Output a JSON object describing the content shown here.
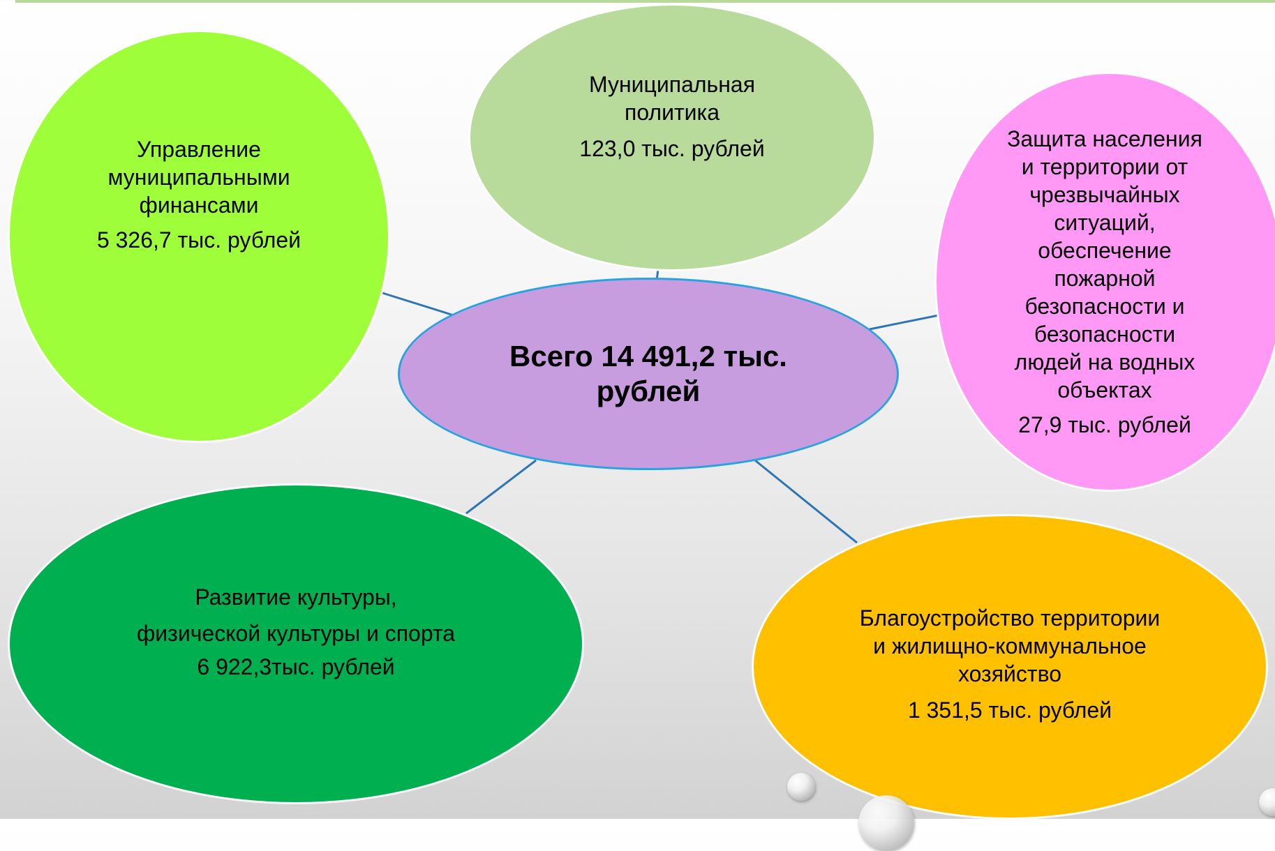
{
  "colors": {
    "center": "#c89de0",
    "center_border": "#29a3e0",
    "finance": "#9efe3a",
    "policy": "#b8da9b",
    "protection": "#ff99f5",
    "culture": "#00b050",
    "housing": "#ffc000",
    "connector": "#2e75b6"
  },
  "center": {
    "label": "Всего 14 491,2 тыс. рублей"
  },
  "nodes": {
    "finance": {
      "label": "Управление\nмуниципальными\nфинансами",
      "value": "5 326,7 тыс. рублей"
    },
    "policy": {
      "label": "Муниципальная\nполитика",
      "value": "123,0 тыс. рублей"
    },
    "protection": {
      "label": "Защита населения\nи территории от\nчрезвычайных\nситуаций,\nобеспечение\nпожарной\nбезопасности и\nбезопасности\nлюдей на водных\nобъектах",
      "value": "27,9 тыс. рублей"
    },
    "culture": {
      "label": "Развитие культуры,\nфизической культуры и спорта",
      "value": "6 922,3тыс. рублей"
    },
    "housing": {
      "label": "Благоустройство территории\nи жилищно-коммунальное\nхозяйство",
      "value": "1 351,5 тыс. рублей"
    }
  }
}
